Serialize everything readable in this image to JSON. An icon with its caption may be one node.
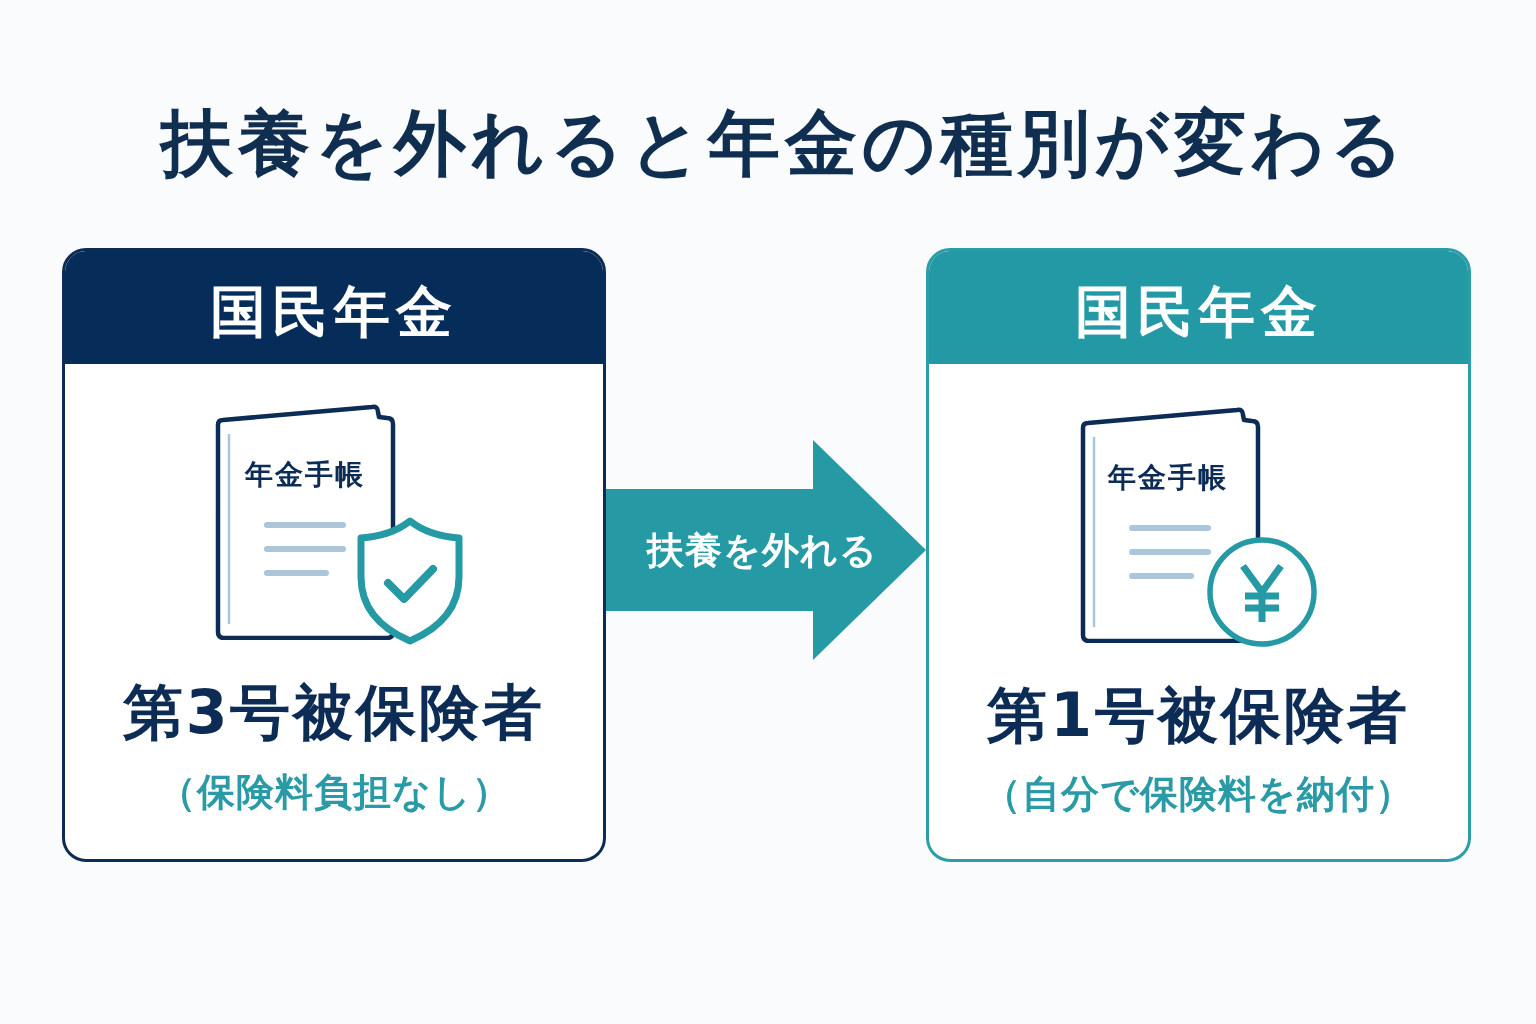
{
  "diagram": {
    "title": "扶養を外れると年金の種別が変わる",
    "nodes": [
      {
        "text": [
          "国民年金",
          "第3号被保険者",
          "（保険料負担なし）"
        ]
      },
      {
        "text": [
          "年金手帳"
        ],
        "in": 0
      },
      {
        "text": [
          "国民年金",
          "第1号被保険者",
          "（自分で保険料を納付）"
        ]
      },
      {
        "text": [
          "年金手帳"
        ],
        "in": 2
      }
    ],
    "edges": [
      {
        "from": 0,
        "to": 2,
        "arrow": "to",
        "label": "扶養を外れる"
      }
    ]
  }
}
